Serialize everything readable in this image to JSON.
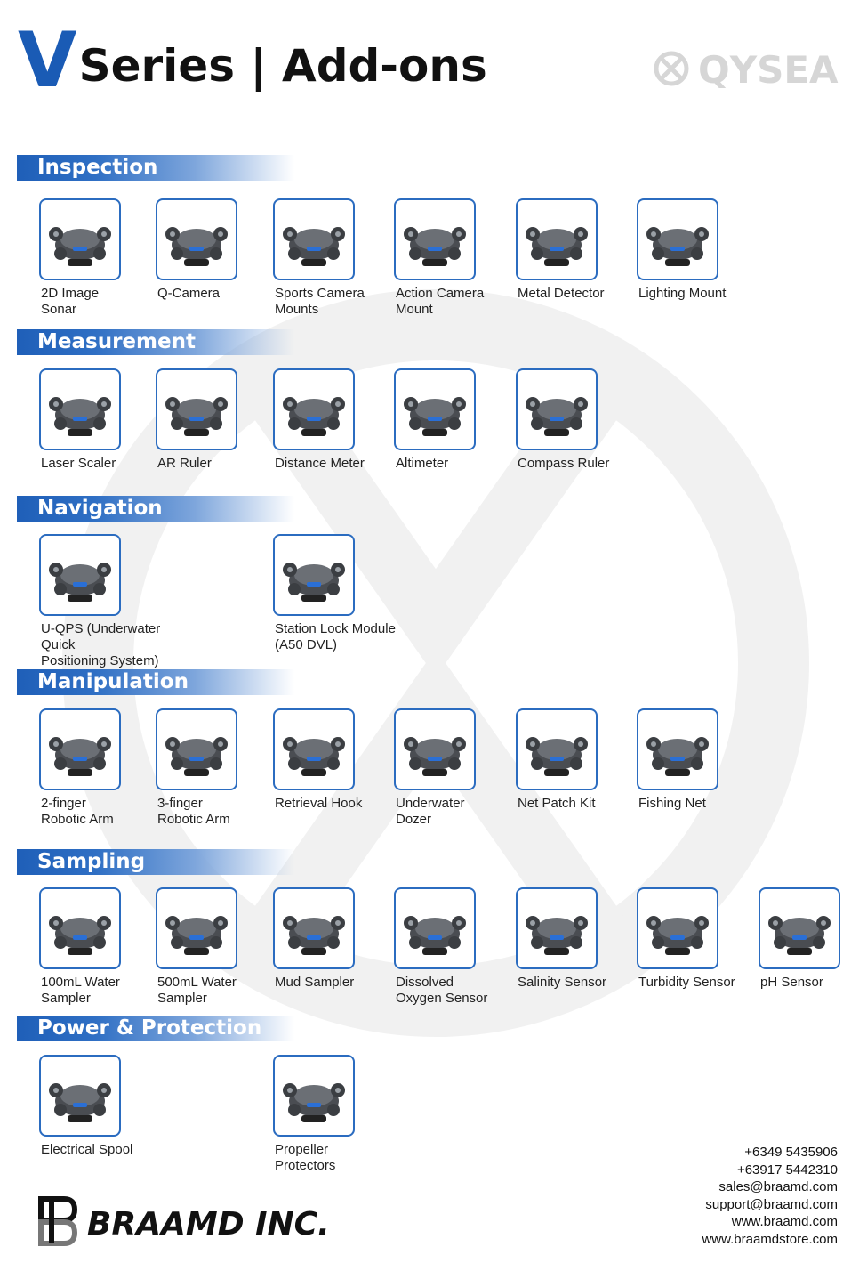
{
  "header": {
    "title_v": "V",
    "title_rest": "Series | Add-ons",
    "brand": "QYSEA"
  },
  "sections": [
    {
      "title": "Inspection",
      "items": [
        "2D Image\nSonar",
        "Q-Camera",
        "Sports Camera\nMounts",
        "Action Camera\nMount",
        "Metal Detector",
        "Lighting Mount"
      ]
    },
    {
      "title": "Measurement",
      "items": [
        "Laser Scaler",
        "AR Ruler",
        "Distance Meter",
        "Altimeter",
        "Compass Ruler"
      ]
    },
    {
      "title": "Navigation",
      "items": [
        "U-QPS (Underwater Quick\nPositioning System)",
        "Station Lock Module\n(A50 DVL)"
      ]
    },
    {
      "title": "Manipulation",
      "items": [
        "2-finger\nRobotic Arm",
        "3-finger\nRobotic Arm",
        "Retrieval Hook",
        "Underwater\nDozer",
        "Net Patch Kit",
        "Fishing Net"
      ]
    },
    {
      "title": "Sampling",
      "items": [
        "100mL Water\nSampler",
        "500mL Water\nSampler",
        "Mud Sampler",
        "Dissolved\nOxygen Sensor",
        "Salinity Sensor",
        "Turbidity Sensor",
        "pH Sensor"
      ]
    },
    {
      "title": "Power & Protection",
      "items": [
        "Electrical Spool",
        "Propeller\nProtectors"
      ]
    }
  ],
  "footer": {
    "company": "BRAAMD INC.",
    "contacts": [
      "+6349 5435906",
      "+63917 5442310",
      "sales@braamd.com",
      "support@braamd.com",
      "www.braamd.com",
      "www.braamdstore.com"
    ]
  },
  "colors": {
    "accent": "#1a5bb5",
    "border": "#2b6cc0",
    "watermark": "#ececec"
  }
}
